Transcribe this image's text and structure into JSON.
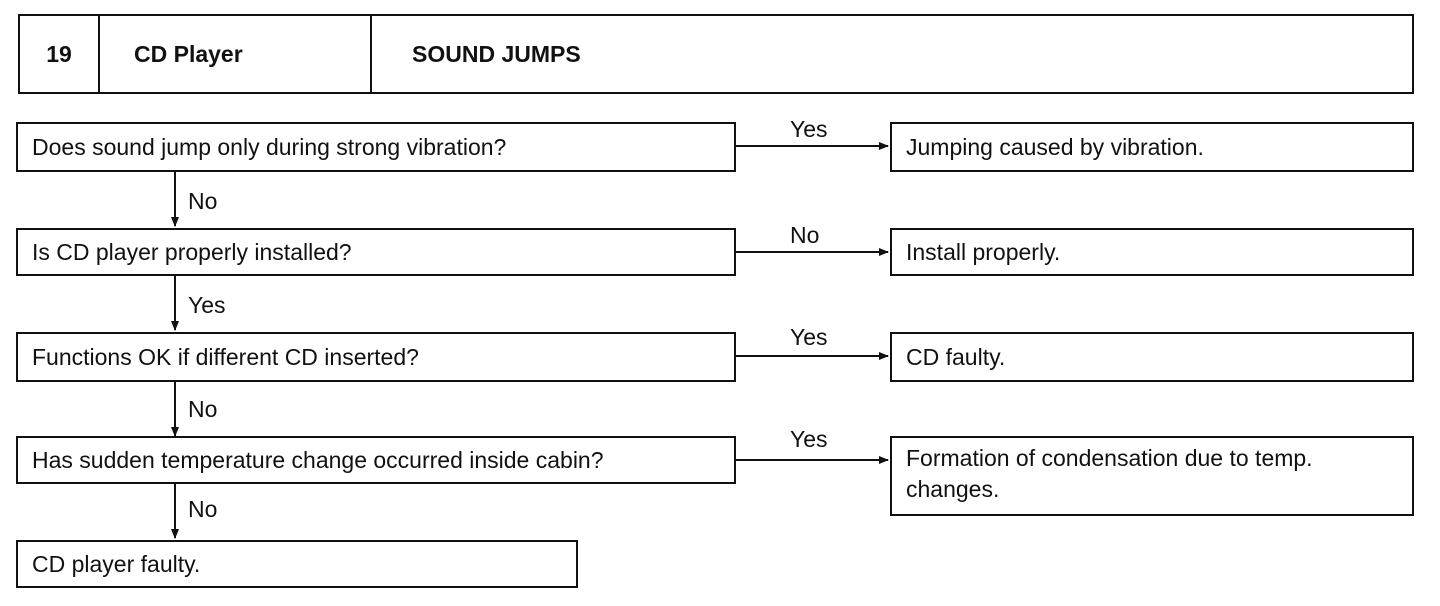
{
  "header": {
    "number": "19",
    "component": "CD Player",
    "symptom": "SOUND JUMPS"
  },
  "steps": [
    {
      "question": "Does sound jump only during strong vibration?",
      "branch_label": "Yes",
      "result": "Jumping caused by vibration.",
      "next_label": "No"
    },
    {
      "question": "Is CD player properly installed?",
      "branch_label": "No",
      "result": "Install properly.",
      "next_label": "Yes"
    },
    {
      "question": "Functions OK if different CD inserted?",
      "branch_label": "Yes",
      "result": "CD faulty.",
      "next_label": "No"
    },
    {
      "question": "Has sudden temperature change occurred inside cabin?",
      "branch_label": "Yes",
      "result": "Formation of condensation due to temp. changes.",
      "next_label": "No"
    }
  ],
  "final": "CD player faulty."
}
